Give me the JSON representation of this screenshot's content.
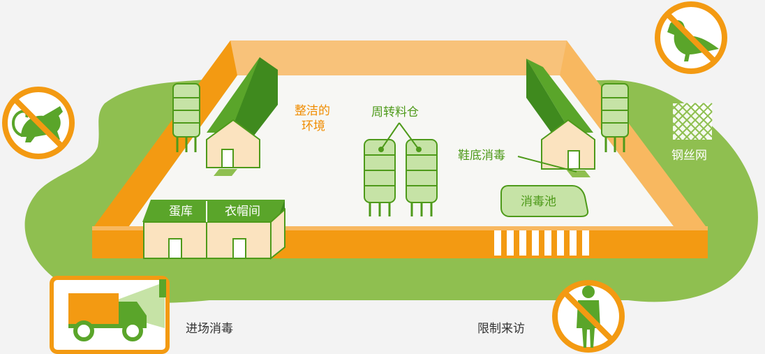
{
  "labels": {
    "clean_environment_line1": "整洁的",
    "clean_environment_line2": "环境",
    "turnover_silo": "周转料仓",
    "shoe_disinfection": "鞋底消毒",
    "disinfection_pool": "消毒池",
    "wire_mesh": "钢丝网",
    "egg_storage": "蛋库",
    "changing_room": "衣帽间",
    "entry_disinfection": "进场消毒",
    "restrict_visitors": "限制来访"
  },
  "colors": {
    "grass": "#8fbf50",
    "wall_orange": "#f39a12",
    "wall_light": "#f8bf66",
    "floor": "#f7f7f4",
    "barn_green": "#5aa52a",
    "barn_dark": "#3f8a1e",
    "house_cream": "#fbe3bf",
    "silo_light": "#c6e3a6",
    "no_sign": "#f39a12"
  }
}
